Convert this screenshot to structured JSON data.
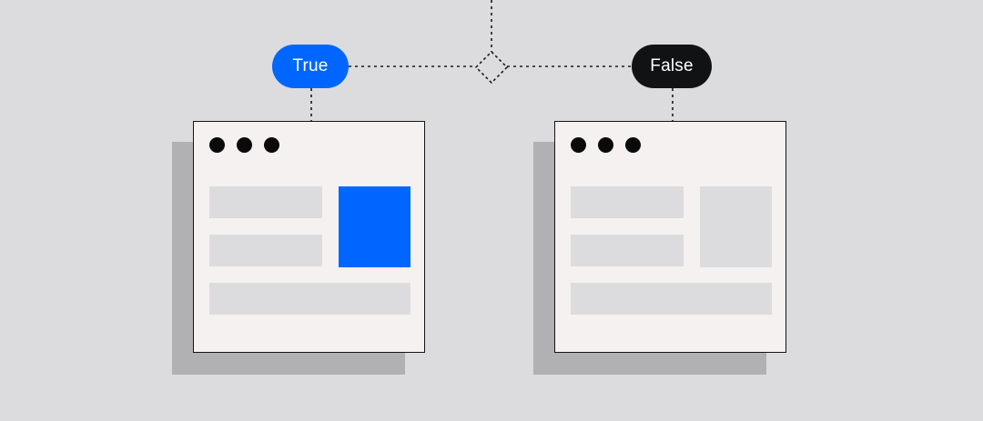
{
  "labels": {
    "true_label": "True",
    "false_label": "False"
  },
  "colors": {
    "background": "#dcdcde",
    "true_accent": "#0066ff",
    "false_pill": "#111214",
    "window_fill": "#f5f1f0",
    "shadow": "#b1b0b3",
    "placeholder": "#dcdcde",
    "false_image_placeholder": "#dcdcde"
  },
  "windows": [
    {
      "id": "true-window",
      "image_highlighted": true
    },
    {
      "id": "false-window",
      "image_highlighted": false
    }
  ],
  "connectors": {
    "style": "dotted",
    "decision_node": "diamond"
  }
}
